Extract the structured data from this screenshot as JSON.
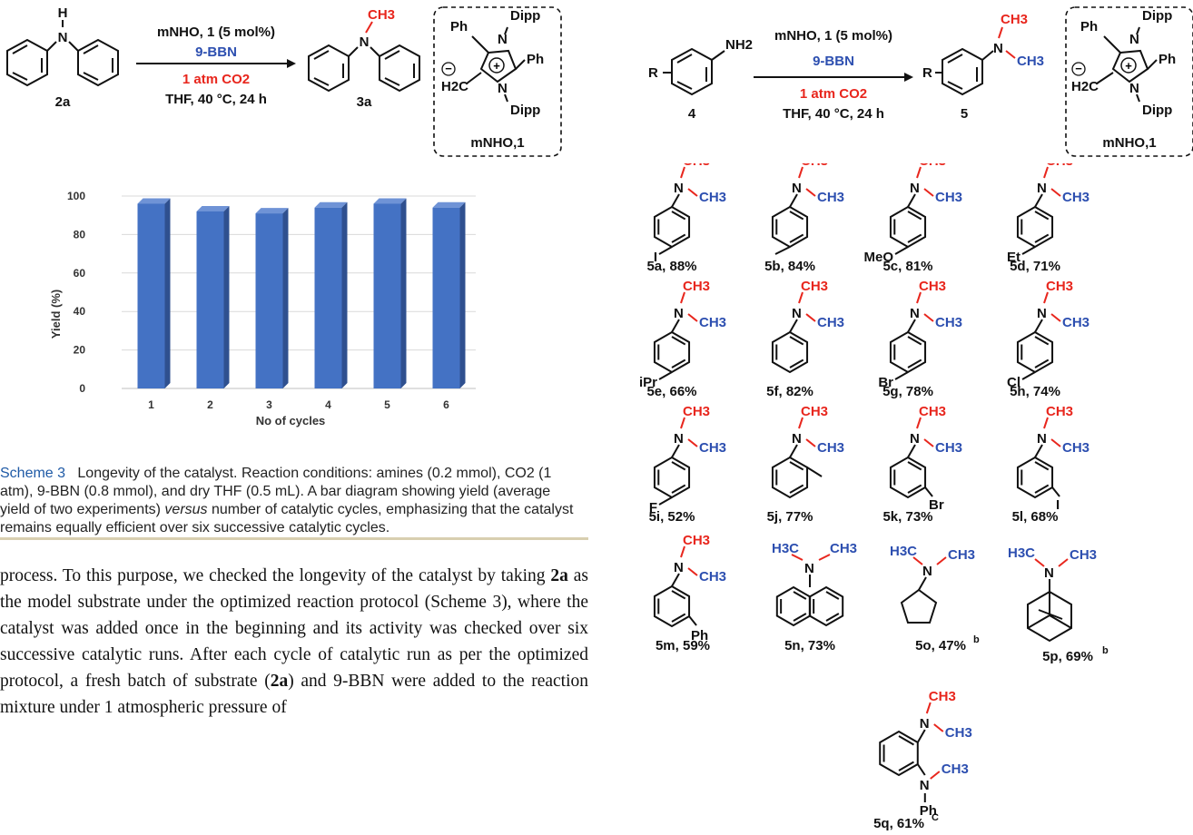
{
  "left_scheme": {
    "reactant_label": "2a",
    "product_label": "3a",
    "reactant_atoms": {
      "nh_h": "H",
      "nh_n": "N"
    },
    "product_atoms": {
      "n": "N",
      "ch3": "CH3"
    },
    "conditions": {
      "line1": "mNHO, 1 (5 mol%)",
      "line2": "9-BBN",
      "line3": "1 atm CO2",
      "line4": "THF, 40 °C, 24 h"
    },
    "catalyst": {
      "label": "mNHO,1",
      "ph_top": "Ph",
      "ph_right": "Ph",
      "dipp_top": "Dipp",
      "dipp_bottom": "Dipp",
      "n": "N",
      "plus": "+",
      "minus": "−",
      "h2c": "H2C"
    }
  },
  "chart_data": {
    "type": "bar",
    "categories": [
      "1",
      "2",
      "3",
      "4",
      "5",
      "6"
    ],
    "values": [
      96,
      92,
      91,
      94,
      96,
      94
    ],
    "xlabel": "No of cycles",
    "ylabel": "Yield (%)",
    "ylim": [
      0,
      100
    ],
    "yticks": [
      "0",
      "20",
      "40",
      "60",
      "80",
      "100"
    ],
    "bar_color": "#4472c4",
    "grid": true
  },
  "caption": {
    "scheme_no": "Scheme 3",
    "text": "Longevity of the catalyst. Reaction conditions: amines (0.2 mmol), CO2 (1 atm), 9-BBN (0.8 mmol), and dry THF (0.5 mL). A bar diagram showing yield (average yield of two experiments)",
    "italic": "versus",
    "text2": "number of catalytic cycles, emphasizing that the catalyst remains equally efficient over six successive catalytic cycles."
  },
  "body": {
    "p1": "process. To this purpose, we checked the longevity of the catalyst by taking",
    "b1": "2a",
    "p2": "as the model substrate under the optimized reaction protocol (Scheme 3), where the catalyst was added once in the beginning and its activity was checked over six successive catalytic runs. After each cycle of catalytic run as per the optimized protocol, a fresh batch of substrate (",
    "b2": "2a",
    "p3": ") and 9-BBN were added to the reaction mixture under 1 atmospheric pressure of"
  },
  "right_scheme": {
    "reactant_label": "4",
    "product_label": "5",
    "r": "R",
    "nh2": "NH2",
    "n": "N",
    "ch3": "CH3",
    "conditions": {
      "line1": "mNHO, 1 (5 mol%)",
      "line2": "9-BBN",
      "line3": "1 atm CO2",
      "line4": "THF, 40 °C, 24 h"
    },
    "catalyst_label": "mNHO,1"
  },
  "products": [
    {
      "label": "5a, 88%",
      "sub": "I"
    },
    {
      "label": "5b, 84%",
      "sub": ""
    },
    {
      "label": "5c, 81%",
      "sub": "MeO"
    },
    {
      "label": "5d, 71%",
      "sub": "Et"
    },
    {
      "label": "5e, 66%",
      "sub": "iPr"
    },
    {
      "label": "5f, 82%",
      "sub": ""
    },
    {
      "label": "5g, 78%",
      "sub": "Br"
    },
    {
      "label": "5h, 74%",
      "sub": "Cl"
    },
    {
      "label": "5i, 52%",
      "sub": "F"
    },
    {
      "label": "5j, 77%",
      "sub": ""
    },
    {
      "label": "5k, 73%",
      "sub": "Br"
    },
    {
      "label": "5l, 68%",
      "sub": "I"
    },
    {
      "label": "5m, 59%",
      "sub": "Ph"
    },
    {
      "label": "5n, 73%",
      "sub": ""
    },
    {
      "label": "5o, 47%",
      "sup": "b"
    },
    {
      "label": "5p, 69%",
      "sup": "b"
    },
    {
      "label": "5q, 61%",
      "sup": "C",
      "sub": "Ph"
    }
  ],
  "h3c": "H3C"
}
